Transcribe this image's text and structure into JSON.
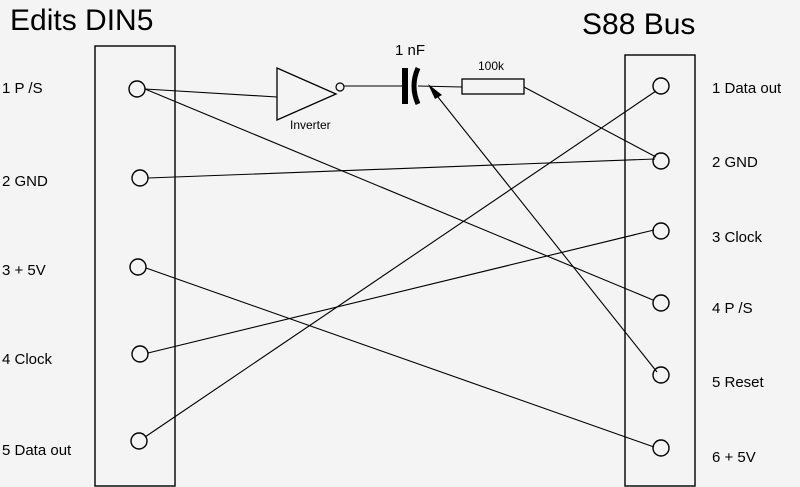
{
  "titles": {
    "left": "Edits DIN5",
    "right": "S88 Bus"
  },
  "left_pins": [
    {
      "label": "1 P /S"
    },
    {
      "label": "2 GND"
    },
    {
      "label": "3 + 5V"
    },
    {
      "label": "4 Clock"
    },
    {
      "label": "5 Data out"
    }
  ],
  "right_pins": [
    {
      "label": "1 Data out"
    },
    {
      "label": "2 GND"
    },
    {
      "label": "3 Clock"
    },
    {
      "label": "4 P /S"
    },
    {
      "label": "5 Reset"
    },
    {
      "label": "6 + 5V"
    }
  ],
  "components": {
    "inverter_label": "Inverter",
    "capacitor_label": "1 nF",
    "resistor_label": "100k"
  }
}
